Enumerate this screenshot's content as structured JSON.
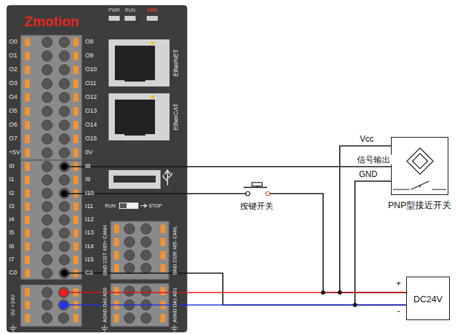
{
  "diagram": {
    "nodes": [
      {
        "text": [
          "Zmotion"
        ]
      },
      {
        "text": [
          "PNP型接近开关"
        ]
      },
      {
        "text": [
          "DC24V"
        ]
      }
    ],
    "edges": [
      {
        "from": 0,
        "to": 1,
        "arrow": "none",
        "label": "信号输出"
      },
      {
        "from": 0,
        "to": 2,
        "arrow": "none"
      },
      {
        "from": 0,
        "to": 2,
        "arrow": "none"
      },
      {
        "from": 1,
        "to": 2,
        "arrow": "none",
        "label": "Vcc"
      },
      {
        "from": 1,
        "to": 2,
        "arrow": "none",
        "label": "GND"
      },
      {
        "from": 0,
        "to": 2,
        "arrow": "none"
      },
      {
        "from": 0,
        "to": 2,
        "arrow": "none",
        "label": "按键开关"
      }
    ],
    "labels": [
      "PWR",
      "RUN",
      "ERR",
      "O0",
      "O1",
      "O2",
      "O3",
      "O4",
      "O5",
      "O6",
      "O7",
      "+5V",
      "O8",
      "O9",
      "O10",
      "O11",
      "O12",
      "O13",
      "O14",
      "O15",
      "0V",
      "EtherNET",
      "EtherCAT",
      "I0",
      "I1",
      "I2",
      "I3",
      "I4",
      "I5",
      "I6",
      "I7",
      "C0",
      "I8",
      "I9",
      "I10",
      "I11",
      "I12",
      "I13",
      "I14",
      "I15",
      "C1",
      "RUN",
      "STOP",
      "0V +24V",
      "GND 232T 485+ CANH",
      "GND 232R 485- CANL",
      "AGND DA0 AD0",
      "AGND DA1 AD1",
      "+",
      "-"
    ]
  }
}
